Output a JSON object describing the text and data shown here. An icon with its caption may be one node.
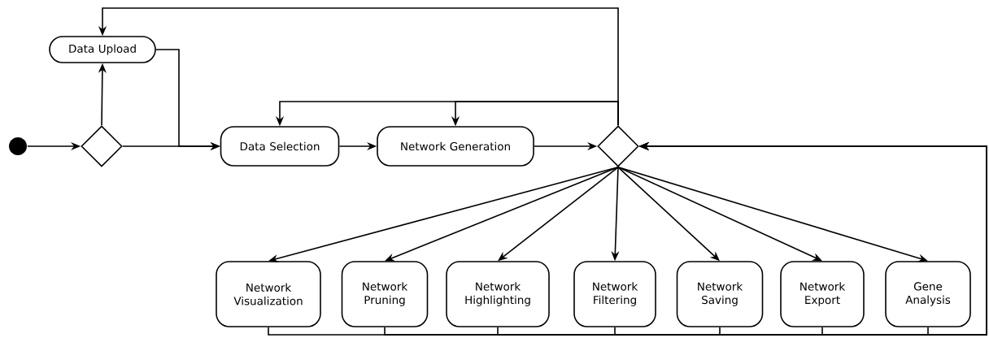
{
  "diagram": {
    "nodes": [
      {
        "text": [],
        "shape": "circle"
      },
      {
        "text": [],
        "shape": "diamond"
      },
      {
        "text": [
          "Data Upload"
        ]
      },
      {
        "text": [
          "Data Selection"
        ]
      },
      {
        "text": [
          "Network Generation"
        ]
      },
      {
        "text": [],
        "shape": "diamond"
      },
      {
        "text": [
          "Network Visualization"
        ]
      },
      {
        "text": [
          "Network Pruning"
        ]
      },
      {
        "text": [
          "Network Highlighting"
        ]
      },
      {
        "text": [
          "Network Filtering"
        ]
      },
      {
        "text": [
          "Network Saving"
        ]
      },
      {
        "text": [
          "Network Export"
        ]
      },
      {
        "text": [
          "Gene Analysis"
        ]
      }
    ],
    "edges": [
      {
        "from": 0,
        "to": 1,
        "arrow": "to"
      },
      {
        "from": 1,
        "to": 2,
        "arrow": "to"
      },
      {
        "from": 1,
        "to": 3,
        "arrow": "to"
      },
      {
        "from": 2,
        "to": 3,
        "arrow": "to"
      },
      {
        "from": 3,
        "to": 4,
        "arrow": "to"
      },
      {
        "from": 4,
        "to": 5,
        "arrow": "to"
      },
      {
        "from": 5,
        "to": 2,
        "arrow": "to"
      },
      {
        "from": 5,
        "to": 3,
        "arrow": "to"
      },
      {
        "from": 5,
        "to": 4,
        "arrow": "to"
      },
      {
        "from": 5,
        "to": 6,
        "arrow": "to"
      },
      {
        "from": 5,
        "to": 7,
        "arrow": "to"
      },
      {
        "from": 5,
        "to": 8,
        "arrow": "to"
      },
      {
        "from": 5,
        "to": 9,
        "arrow": "to"
      },
      {
        "from": 5,
        "to": 10,
        "arrow": "to"
      },
      {
        "from": 5,
        "to": 11,
        "arrow": "to"
      },
      {
        "from": 5,
        "to": 12,
        "arrow": "to"
      },
      {
        "from": 6,
        "to": 5,
        "arrow": "to"
      },
      {
        "from": 7,
        "to": 5,
        "arrow": "to"
      },
      {
        "from": 8,
        "to": 5,
        "arrow": "to"
      },
      {
        "from": 9,
        "to": 5,
        "arrow": "to"
      },
      {
        "from": 10,
        "to": 5,
        "arrow": "to"
      },
      {
        "from": 11,
        "to": 5,
        "arrow": "to"
      },
      {
        "from": 12,
        "to": 5,
        "arrow": "to"
      }
    ]
  }
}
